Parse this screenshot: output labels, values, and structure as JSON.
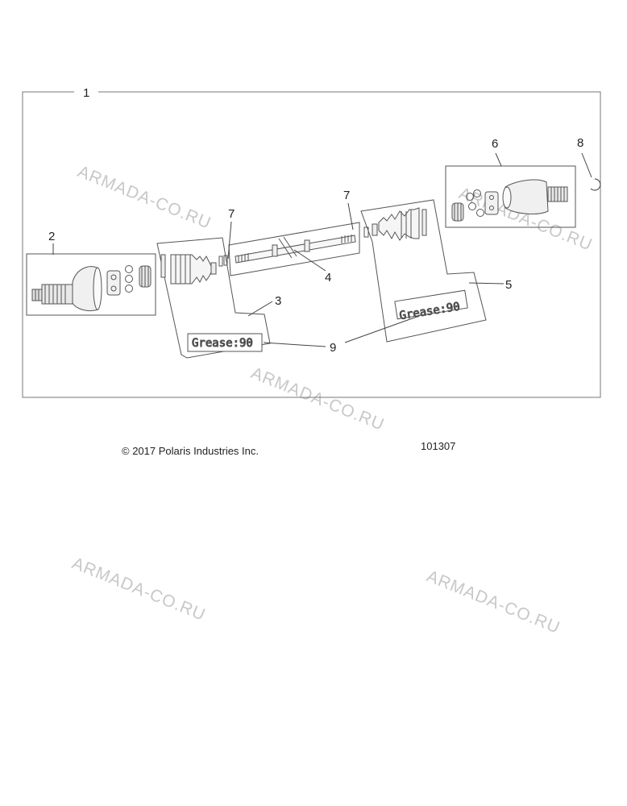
{
  "callouts": {
    "c1": "1",
    "c2": "2",
    "c3": "3",
    "c4": "4",
    "c5": "5",
    "c6": "6",
    "c7a": "7",
    "c7b": "7",
    "c8": "8",
    "c9": "9"
  },
  "grease_labels": {
    "left": "Grease:90",
    "right": "Grease:90"
  },
  "watermarks": {
    "w1": "ARMADA-CO.RU",
    "w2": "ARMADA-CO.RU",
    "w3": "ARMADA-CO.RU",
    "w4": "ARMADA-CO.RU",
    "w5": "ARMADA-CO.RU"
  },
  "footer": {
    "copyright": "© 2017 Polaris Industries Inc.",
    "reference_number": "101307"
  },
  "colors": {
    "line": "#555555",
    "watermark": "#c8c8c8"
  }
}
